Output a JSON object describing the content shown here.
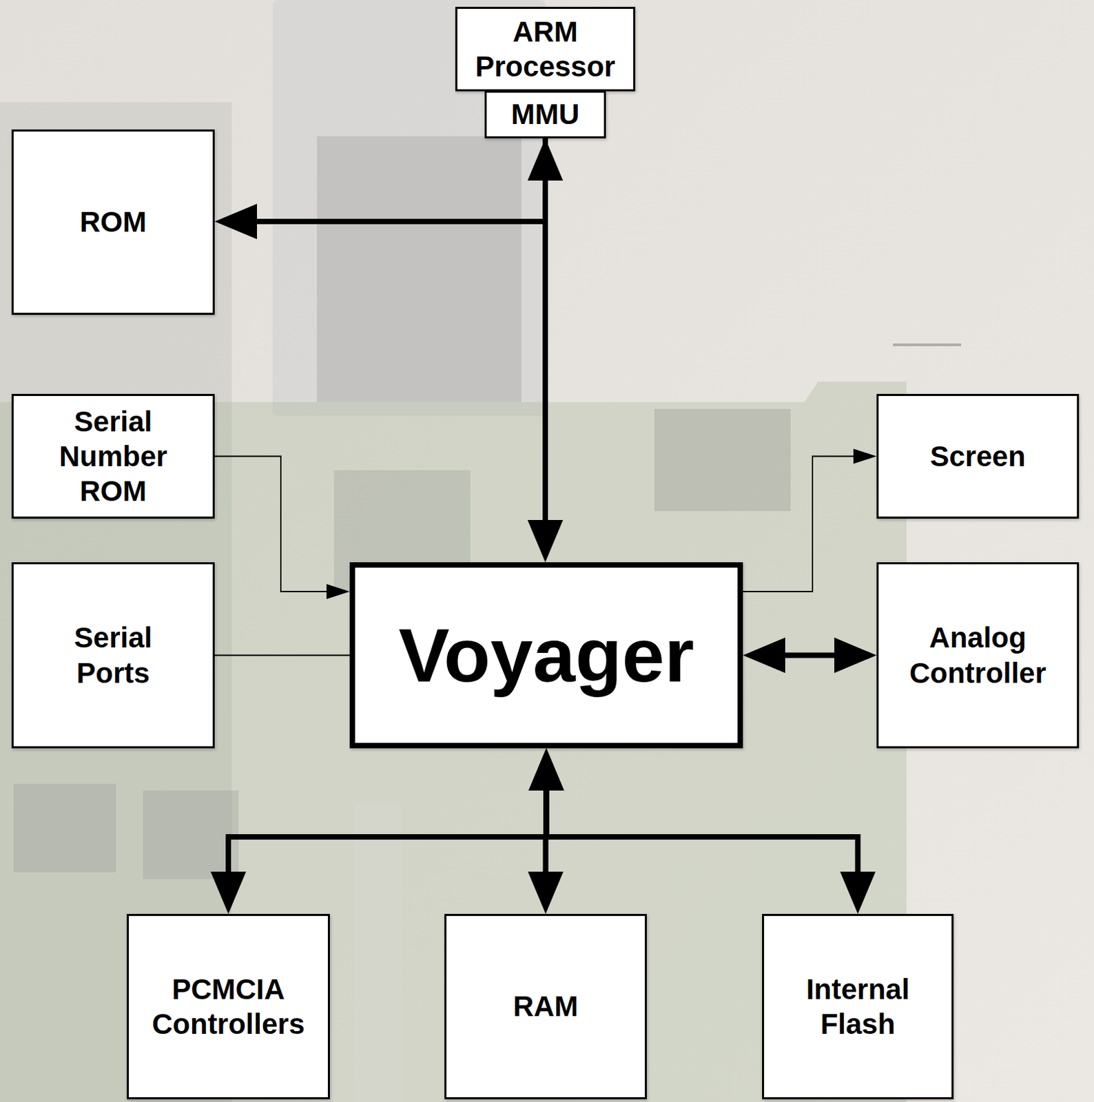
{
  "diagram": {
    "nodes": [
      {
        "text": [
          "ARM Processor"
        ]
      },
      {
        "text": [
          "MMU"
        ]
      },
      {
        "text": [
          "ROM"
        ]
      },
      {
        "text": [
          "Serial Number ROM"
        ]
      },
      {
        "text": [
          "Screen"
        ]
      },
      {
        "text": [
          "Voyager"
        ]
      },
      {
        "text": [
          "Serial Ports"
        ]
      },
      {
        "text": [
          "Analog Controller"
        ]
      },
      {
        "text": [
          "PCMCIA Controllers"
        ]
      },
      {
        "text": [
          "RAM"
        ]
      },
      {
        "text": [
          "Internal Flash"
        ]
      }
    ],
    "edges": [
      {
        "from": 1,
        "to": 5,
        "arrow": "both"
      },
      {
        "from": 1,
        "to": 2,
        "arrow": "to"
      },
      {
        "from": 3,
        "to": 5,
        "arrow": "to"
      },
      {
        "from": 5,
        "to": 4,
        "arrow": "to"
      },
      {
        "from": 6,
        "to": 5,
        "arrow": "none"
      },
      {
        "from": 5,
        "to": 7,
        "arrow": "both"
      },
      {
        "from": 5,
        "to": 8,
        "arrow": "both"
      },
      {
        "from": 5,
        "to": 9,
        "arrow": "both"
      },
      {
        "from": 5,
        "to": 10,
        "arrow": "both"
      }
    ]
  }
}
